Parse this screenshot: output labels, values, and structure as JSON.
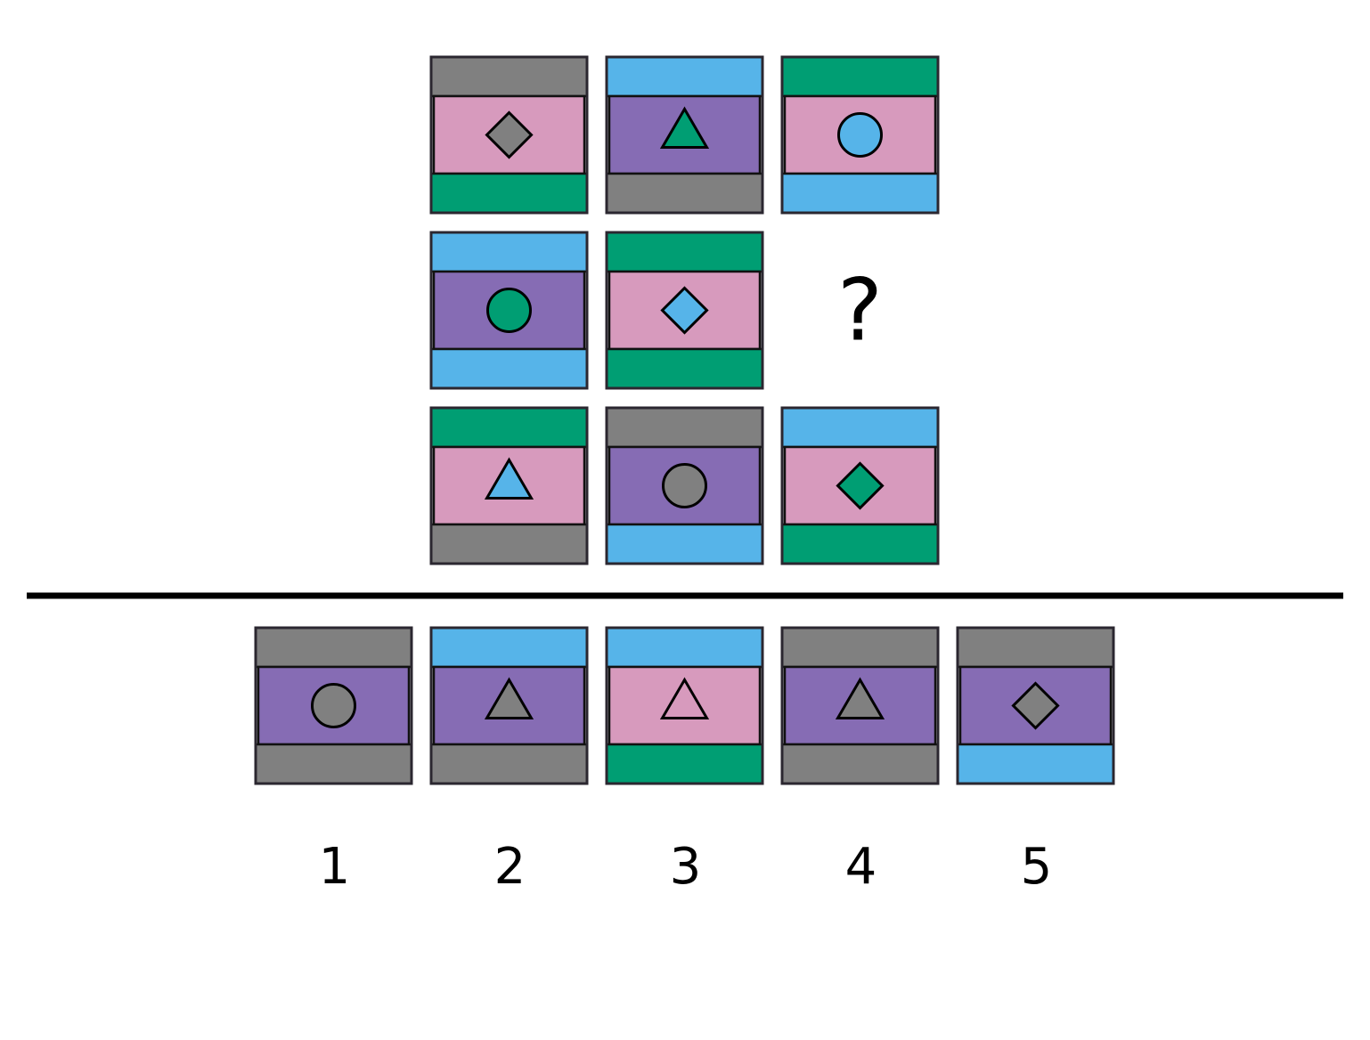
{
  "colors": {
    "gray": "#808080",
    "blue": "#56b4e9",
    "green": "#009e73",
    "pink": "#d79abd",
    "purple": "#866cb4",
    "background": "#ffffff"
  },
  "matrix": {
    "rows": [
      [
        {
          "top": "gray",
          "middle": "pink",
          "bottom": "green",
          "shape": "diamond",
          "shape_color": "gray"
        },
        {
          "top": "blue",
          "middle": "purple",
          "bottom": "gray",
          "shape": "triangle",
          "shape_color": "green"
        },
        {
          "top": "green",
          "middle": "pink",
          "bottom": "blue",
          "shape": "circle",
          "shape_color": "blue"
        }
      ],
      [
        {
          "top": "blue",
          "middle": "purple",
          "bottom": "blue",
          "shape": "circle",
          "shape_color": "green"
        },
        {
          "top": "green",
          "middle": "pink",
          "bottom": "green",
          "shape": "diamond",
          "shape_color": "blue"
        },
        null
      ],
      [
        {
          "top": "green",
          "middle": "pink",
          "bottom": "gray",
          "shape": "triangle",
          "shape_color": "blue"
        },
        {
          "top": "gray",
          "middle": "purple",
          "bottom": "blue",
          "shape": "circle",
          "shape_color": "gray"
        },
        {
          "top": "blue",
          "middle": "pink",
          "bottom": "green",
          "shape": "diamond",
          "shape_color": "green"
        }
      ]
    ],
    "missing_label": "?"
  },
  "options": [
    {
      "label": "1",
      "top": "gray",
      "middle": "purple",
      "bottom": "gray",
      "shape": "circle",
      "shape_color": "gray"
    },
    {
      "label": "2",
      "top": "blue",
      "middle": "purple",
      "bottom": "gray",
      "shape": "triangle",
      "shape_color": "gray"
    },
    {
      "label": "3",
      "top": "blue",
      "middle": "pink",
      "bottom": "green",
      "shape": "triangle",
      "shape_color": "pink"
    },
    {
      "label": "4",
      "top": "gray",
      "middle": "purple",
      "bottom": "gray",
      "shape": "triangle",
      "shape_color": "gray"
    },
    {
      "label": "5",
      "top": "gray",
      "middle": "purple",
      "bottom": "blue",
      "shape": "diamond",
      "shape_color": "gray"
    }
  ]
}
